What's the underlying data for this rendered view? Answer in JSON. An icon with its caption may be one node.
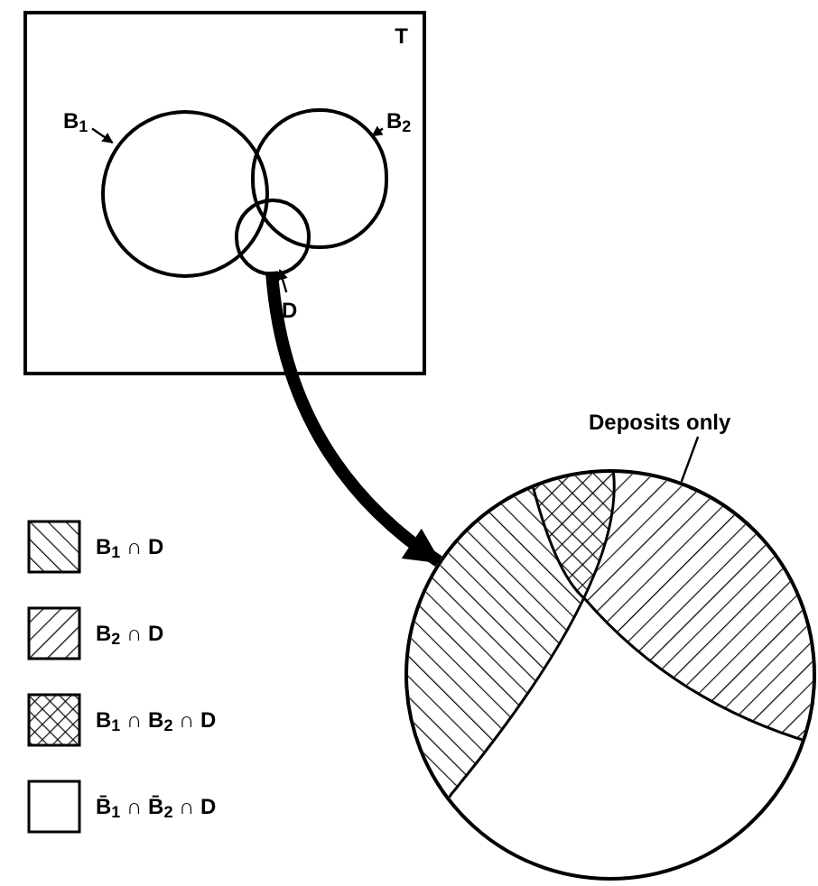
{
  "diagram": {
    "nodes": [
      {
        "text": [
          "T"
        ]
      },
      {
        "text": [
          "B$_{1}$"
        ],
        "in": 0
      },
      {
        "text": [],
        "shape": "circle",
        "in": 0
      },
      {
        "text": [
          "B$_{2}$"
        ],
        "in": 0
      },
      {
        "text": [],
        "shape": "circle",
        "in": 0
      },
      {
        "text": [],
        "shape": "circle",
        "in": 0
      },
      {
        "text": [
          "D"
        ],
        "in": 0
      },
      {
        "text": [],
        "shape": "circle"
      },
      {
        "text": [
          "Deposits only"
        ]
      }
    ],
    "edges": [
      {
        "from": 1,
        "to": 2,
        "arrow": "to"
      },
      {
        "from": 3,
        "to": 4,
        "arrow": "to"
      },
      {
        "from": 6,
        "to": 5,
        "arrow": "to"
      },
      {
        "from": 5,
        "to": 7,
        "arrow": "to",
        "style": "thick"
      },
      {
        "from": 8,
        "to": 7,
        "arrow": "none"
      }
    ],
    "legend": [
      {
        "text": "B$_{1}$ ∩ D"
      },
      {
        "text": "B$_{2}$ ∩ D"
      },
      {
        "text": "B$_{1}$ ∩ B$_{2}$ ∩ D"
      },
      {
        "text": "B̄$_{1}$ ∩ B̄$_{2}$ ∩ D"
      }
    ]
  }
}
